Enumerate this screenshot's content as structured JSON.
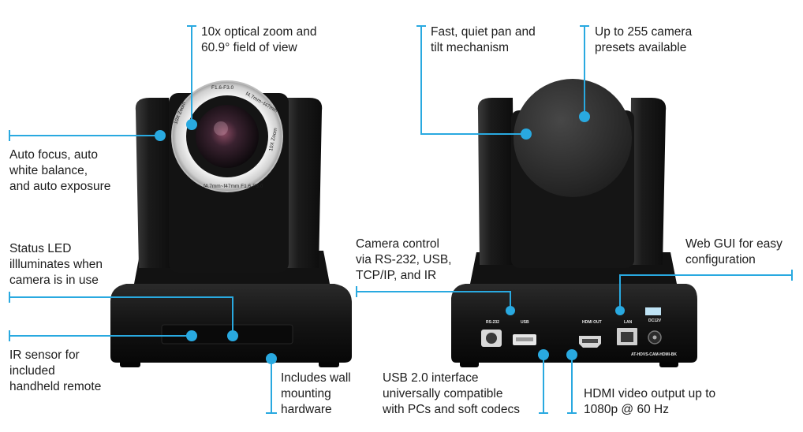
{
  "accent_color": "#29a9e0",
  "callouts": {
    "optical_zoom": {
      "lines": [
        "10x optical zoom and",
        "60.9° field of view"
      ]
    },
    "auto_focus": {
      "lines": [
        "Auto focus, auto",
        "white balance,",
        "and auto exposure"
      ]
    },
    "status_led": {
      "lines": [
        "Status LED",
        "illluminates when",
        "camera is in use"
      ]
    },
    "ir_sensor": {
      "lines": [
        "IR sensor for",
        "included",
        "handheld remote"
      ]
    },
    "wall_mount": {
      "lines": [
        "Includes wall",
        "mounting",
        "hardware"
      ]
    },
    "pan_tilt": {
      "lines": [
        "Fast, quiet pan and",
        "tilt mechanism"
      ]
    },
    "presets": {
      "lines": [
        "Up to 255 camera",
        "presets available"
      ]
    },
    "camera_control": {
      "lines": [
        "Camera control",
        "via RS-232, USB,",
        "TCP/IP, and IR"
      ]
    },
    "web_gui": {
      "lines": [
        "Web GUI for easy",
        "configuration"
      ]
    },
    "usb_interface": {
      "lines": [
        "USB 2.0 interface",
        "universally compatible",
        "with PCs and soft codecs"
      ]
    },
    "hdmi_output": {
      "lines": [
        "HDMI video output up to",
        "1080p @ 60 Hz"
      ]
    }
  },
  "lens_ring": {
    "text_top": "F1.6-F3.0",
    "text_left": "10X Zoom",
    "text_right": "f4.7mm~f47mm",
    "text_bottom": "f4.7mm~f47mm F1.6-F3.0",
    "text_bottom_right": "10X Zoom"
  },
  "rear_ports": {
    "rs232": "RS-232",
    "usb": "USB",
    "hdmi": "HDMI OUT",
    "lan": "LAN",
    "dc": "DC12V",
    "model": "AT-HDVS-CAM-HDMI-BK"
  }
}
